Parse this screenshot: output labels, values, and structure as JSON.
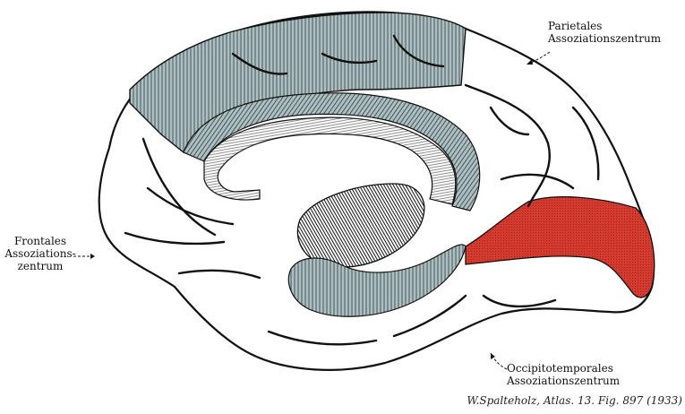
{
  "labels": {
    "parietal": [
      "Parietales",
      "Assoziationszentrum"
    ],
    "frontal": [
      "Frontales",
      "Assoziations-",
      "zentrum"
    ],
    "occipitotemporal": [
      "Occipitotemporales",
      "Assoziationszentrum"
    ]
  },
  "credit": "W.Spalteholz, Atlas. 13. Fig. 897 (1933)",
  "colors": {
    "parietal_region": "#aebfc2",
    "occipitotemporal_region": "#d43b2e",
    "outline": "#111111",
    "hatch": "#3a4a4c"
  }
}
